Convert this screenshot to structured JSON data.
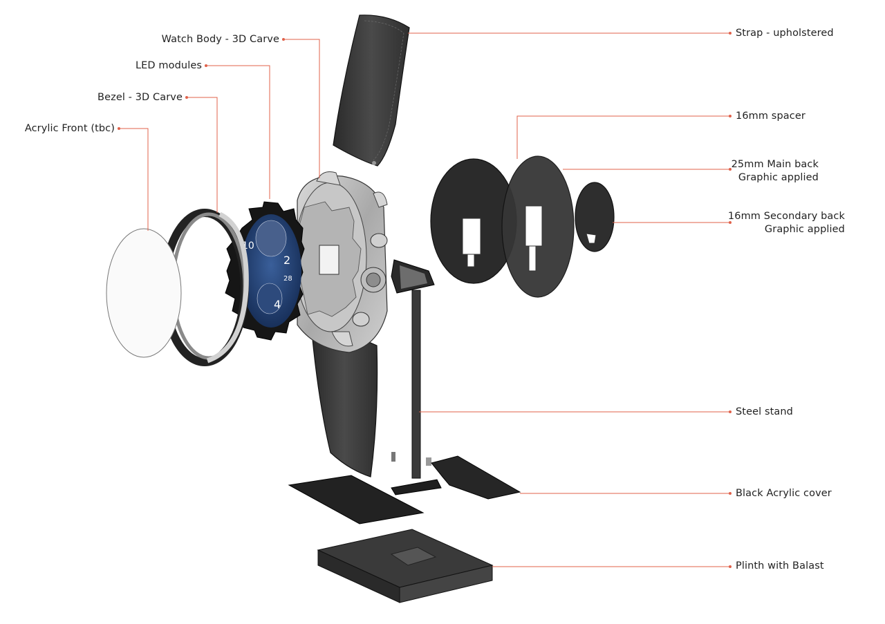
{
  "diagram": {
    "leader_color": "#e0614a",
    "labels": {
      "watch_body": "Watch Body - 3D Carve",
      "led_modules": "LED modules",
      "bezel": "Bezel - 3D Carve",
      "acrylic_front": "Acrylic Front (tbc)",
      "strap": "Strap - upholstered",
      "spacer": "16mm spacer",
      "main_back_1": "25mm Main back",
      "main_back_2": "Graphic applied",
      "secondary_back_1": "16mm Secondary back",
      "secondary_back_2": "Graphic applied",
      "steel_stand": "Steel stand",
      "acrylic_cover": "Black Acrylic cover",
      "plinth": "Plinth with Balast"
    },
    "dial": {
      "numerals": [
        "10",
        "2",
        "4"
      ],
      "date": "28",
      "color": "#1f3f73"
    }
  }
}
